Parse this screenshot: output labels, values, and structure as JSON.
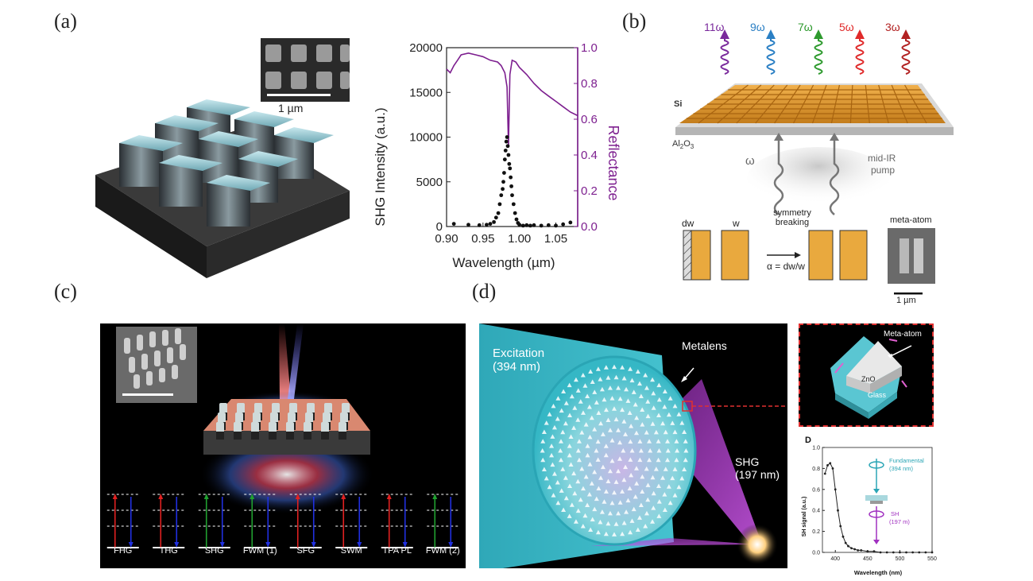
{
  "panels": {
    "a": {
      "label": "(a)",
      "sem_scale": "1 µm"
    },
    "b": {
      "label": "(b)"
    },
    "c": {
      "label": "(c)"
    },
    "d": {
      "label": "(d)"
    }
  },
  "chart_data": [
    {
      "type": "line",
      "xlabel": "Wavelength (µm)",
      "ylabel": "SHG Intensity (a.u.)",
      "y2label": "Reflectance",
      "xlim": [
        0.9,
        1.08
      ],
      "ylim": [
        0,
        20000
      ],
      "y2lim": [
        0,
        1.0
      ],
      "xticks": [
        "0.90",
        "0.95",
        "1.00",
        "1.05"
      ],
      "yticks": [
        "0",
        "5000",
        "10000",
        "15000",
        "20000"
      ],
      "y2ticks": [
        "0.0",
        "0.2",
        "0.4",
        "0.6",
        "0.8",
        "1.0"
      ],
      "series": [
        {
          "axis": "left",
          "style": "scatter",
          "color": "#111111",
          "x": [
            0.91,
            0.93,
            0.945,
            0.955,
            0.96,
            0.965,
            0.968,
            0.971,
            0.973,
            0.975,
            0.977,
            0.978,
            0.979,
            0.98,
            0.981,
            0.982,
            0.983,
            0.984,
            0.985,
            0.986,
            0.987,
            0.988,
            0.989,
            0.99,
            0.992,
            0.994,
            0.996,
            0.998,
            1.0,
            1.005,
            1.01,
            1.015,
            1.02,
            1.03,
            1.04,
            1.05,
            1.06,
            1.07
          ],
          "y": [
            300,
            200,
            150,
            200,
            300,
            500,
            1000,
            1500,
            2500,
            3500,
            4200,
            5000,
            6000,
            7500,
            8500,
            9500,
            10000,
            9000,
            8000,
            7000,
            6500,
            5500,
            4500,
            3500,
            2500,
            1500,
            800,
            400,
            200,
            100,
            150,
            100,
            150,
            100,
            150,
            100,
            250,
            450
          ]
        },
        {
          "axis": "right",
          "style": "line",
          "color": "#7d1f8f",
          "x": [
            0.9,
            0.905,
            0.91,
            0.915,
            0.92,
            0.93,
            0.94,
            0.95,
            0.96,
            0.97,
            0.975,
            0.98,
            0.983,
            0.985,
            0.987,
            0.99,
            0.995,
            1.0,
            1.01,
            1.02,
            1.03,
            1.04,
            1.05,
            1.06,
            1.07,
            1.08
          ],
          "y": [
            0.88,
            0.86,
            0.9,
            0.93,
            0.96,
            0.97,
            0.96,
            0.95,
            0.93,
            0.92,
            0.9,
            0.86,
            0.78,
            0.45,
            0.85,
            0.93,
            0.92,
            0.89,
            0.85,
            0.8,
            0.76,
            0.73,
            0.7,
            0.67,
            0.64,
            0.62
          ]
        }
      ]
    },
    {
      "type": "line",
      "title": "D",
      "xlabel": "Wavelength (nm)",
      "ylabel": "SH signal (a.u.)",
      "xlim": [
        380,
        550
      ],
      "ylim": [
        0,
        1.0
      ],
      "xticks": [
        "400",
        "450",
        "500",
        "550"
      ],
      "yticks": [
        "0.0",
        "0.2",
        "0.4",
        "0.6",
        "0.8",
        "1.0"
      ],
      "series": [
        {
          "color": "#222222",
          "x": [
            384,
            388,
            392,
            396,
            400,
            404,
            408,
            412,
            416,
            420,
            425,
            430,
            435,
            440,
            450,
            460,
            470,
            480,
            490,
            500,
            510,
            520,
            530,
            540,
            550
          ],
          "y": [
            0.75,
            0.83,
            0.85,
            0.8,
            0.6,
            0.4,
            0.25,
            0.15,
            0.09,
            0.06,
            0.04,
            0.03,
            0.02,
            0.02,
            0.01,
            0.01,
            0.0,
            0.0,
            0.0,
            0.0,
            0.0,
            0.0,
            0.0,
            0.0,
            0.0
          ]
        }
      ]
    }
  ],
  "b": {
    "harmonics": [
      {
        "label": "11ω",
        "color": "#7a2a9c"
      },
      {
        "label": "9ω",
        "color": "#2a7fc4"
      },
      {
        "label": "7ω",
        "color": "#2e9a2e"
      },
      {
        "label": "5ω",
        "color": "#e02a2a"
      },
      {
        "label": "3ω",
        "color": "#b22222"
      }
    ],
    "si_label": "Si",
    "substrate_label": "Al",
    "substrate_sub": "2",
    "substrate_o": "O",
    "substrate_sub2": "3",
    "pump_symbol": "ω",
    "pump_label_1": "mid-IR",
    "pump_label_2": "pump",
    "dw_label": "dw",
    "w_label": "w",
    "symmetry_1": "symmetry",
    "symmetry_2": "breaking",
    "alpha_label": "α = dw/w",
    "meta_atom_label": "meta-atom",
    "sem_scale": "1 µm"
  },
  "c": {
    "processes": [
      "FHG",
      "THG",
      "SHG",
      "FWM (1)",
      "SFG",
      "SWM",
      "TPA PL",
      "FWM (2)"
    ]
  },
  "d": {
    "excitation_1": "Excitation",
    "excitation_2": "(394 nm)",
    "metalens_label": "Metalens",
    "shg_1": "SHG",
    "shg_2": "(197 nm)",
    "meta_atom_label": "Meta-atom",
    "zno_label": "ZnO",
    "glass_label": "Glass",
    "fundamental_1": "Fundamental",
    "fundamental_2": "(394 nm)",
    "sh_1": "SH",
    "sh_2": "(197 m)"
  }
}
